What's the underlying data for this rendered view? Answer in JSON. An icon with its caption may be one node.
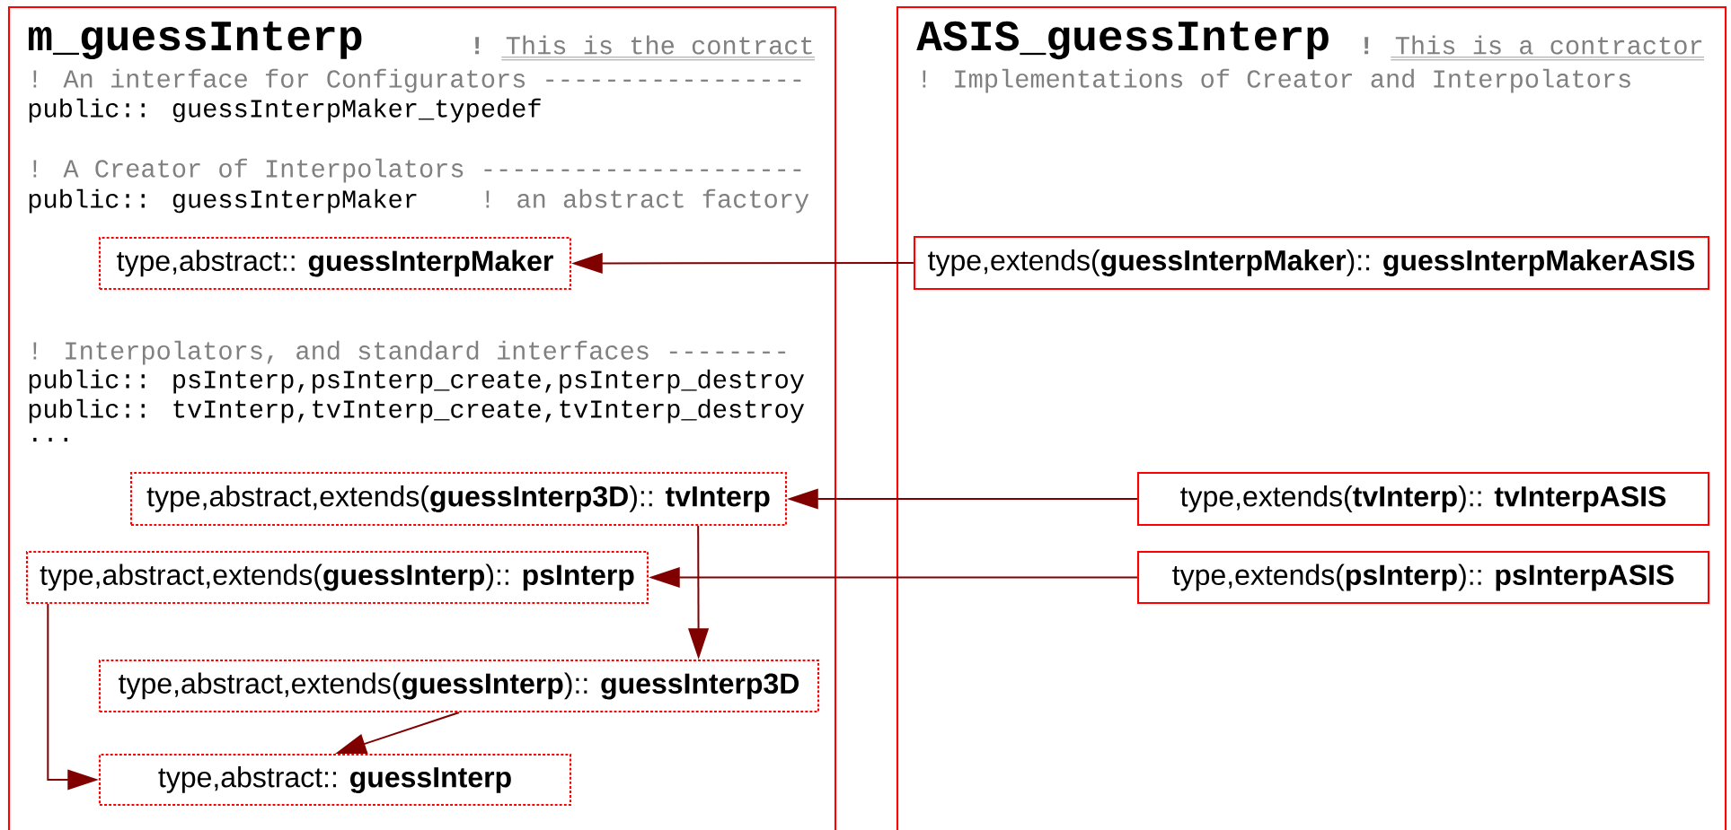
{
  "diagram": {
    "nodes": [
      {
        "text": [
          "m_guessInterp",
          "**!** This is the contract",
          "! An interface for Configurators -----------------",
          "public:: guessInterpMaker_typedef",
          "! A Creator of Interpolators ---------------------",
          "public:: guessInterpMaker",
          "! an abstract factory",
          "! Interpolators, and standard interfaces --------",
          "public:: psInterp,psInterp_create,psInterp_destroy",
          "public:: tvInterp,tvInterp_create,tvInterp_destroy",
          "..."
        ]
      },
      {
        "text": [
          "type,abstract:: **guessInterpMaker**"
        ],
        "in": 0
      },
      {
        "text": [
          "type,abstract,extends(**guessInterp3D**):: **tvInterp**"
        ],
        "in": 0
      },
      {
        "text": [
          "type,abstract,extends(**guessInterp**):: **psInterp**"
        ],
        "in": 0
      },
      {
        "text": [
          "type,abstract,extends(**guessInterp**):: **guessInterp3D**"
        ],
        "in": 0
      },
      {
        "text": [
          "type,abstract:: **guessInterp**"
        ],
        "in": 0
      },
      {
        "text": [
          "ASIS_guessInterp",
          "**!** This is a contractor",
          "! Implementations of Creator and Interpolators"
        ]
      },
      {
        "text": [
          "type,extends(**guessInterpMaker**):: **guessInterpMakerASIS**"
        ],
        "in": 6
      },
      {
        "text": [
          "type,extends(**tvInterp**):: **tvInterpASIS**"
        ],
        "in": 6
      },
      {
        "text": [
          "type,extends(**psInterp**):: **psInterpASIS**"
        ],
        "in": 6
      }
    ],
    "edges": [
      {
        "from": 7,
        "to": 1,
        "arrow": "to"
      },
      {
        "from": 8,
        "to": 2,
        "arrow": "to"
      },
      {
        "from": 9,
        "to": 3,
        "arrow": "to"
      },
      {
        "from": 2,
        "to": 4,
        "arrow": "to"
      },
      {
        "from": 3,
        "to": 5,
        "arrow": "to"
      },
      {
        "from": 4,
        "to": 5,
        "arrow": "to"
      }
    ]
  }
}
